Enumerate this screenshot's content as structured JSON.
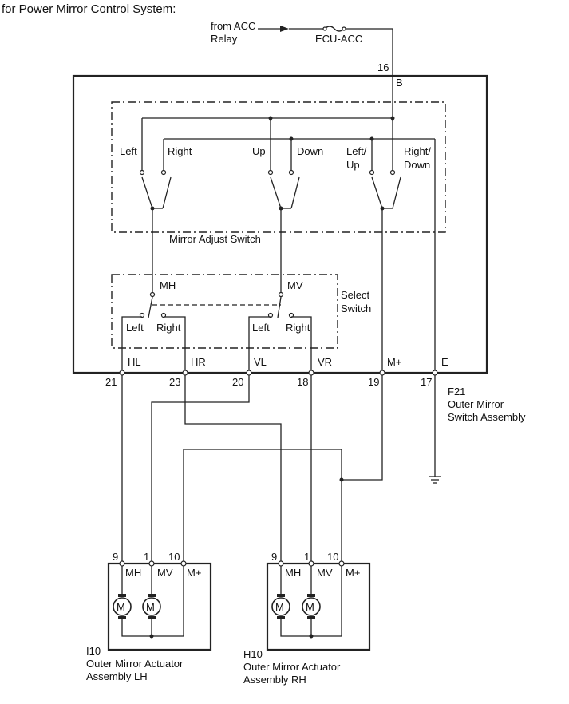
{
  "title": "for Power Mirror Control System:",
  "source": {
    "from_line1": "from ACC",
    "from_line2": "Relay",
    "fuse": "ECU-ACC"
  },
  "terminal_b": {
    "pin": "16",
    "label": "B"
  },
  "mirror_adjust_switch": {
    "label": "Mirror Adjust Switch",
    "left": "Left",
    "right": "Right",
    "up": "Up",
    "down": "Down",
    "left_up_1": "Left/",
    "left_up_2": "Up",
    "right_down_1": "Right/",
    "right_down_2": "Down"
  },
  "select_switch": {
    "label_1": "Select",
    "label_2": "Switch",
    "mh": "MH",
    "mv": "MV",
    "left_a": "Left",
    "right_a": "Right",
    "left_b": "Left",
    "right_b": "Right"
  },
  "terminals": [
    {
      "name": "HL",
      "pin": "21"
    },
    {
      "name": "HR",
      "pin": "23"
    },
    {
      "name": "VL",
      "pin": "20"
    },
    {
      "name": "VR",
      "pin": "18"
    },
    {
      "name": "M+",
      "pin": "19"
    },
    {
      "name": "E",
      "pin": "17"
    }
  ],
  "switch_assembly": {
    "code": "F21",
    "line1": "Outer Mirror",
    "line2": "Switch Assembly"
  },
  "actuator_lh": {
    "code": "I10",
    "line1": "Outer Mirror Actuator",
    "line2": "Assembly LH",
    "pins": [
      "9",
      "1",
      "10"
    ],
    "labels": [
      "MH",
      "MV",
      "M+"
    ],
    "motor": "M"
  },
  "actuator_rh": {
    "code": "H10",
    "line1": "Outer Mirror Actuator",
    "line2": "Assembly RH",
    "pins": [
      "9",
      "1",
      "10"
    ],
    "labels": [
      "MH",
      "MV",
      "M+"
    ],
    "motor": "M"
  }
}
